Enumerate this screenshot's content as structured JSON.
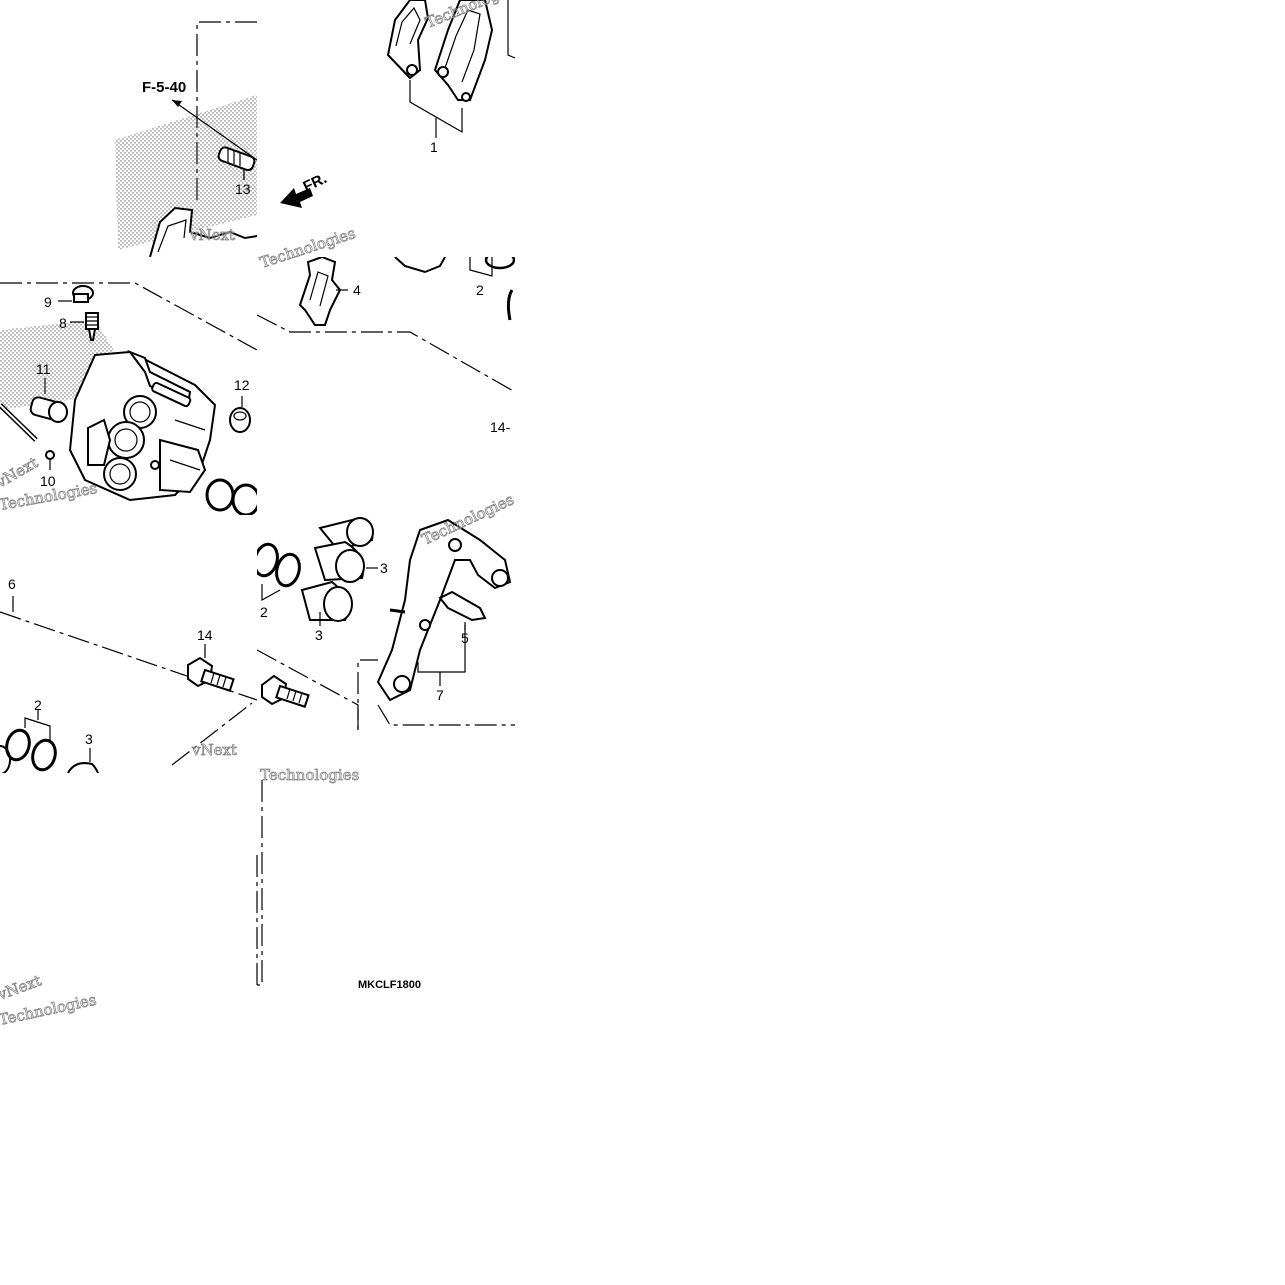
{
  "diagram": {
    "reference_label": "F-5-40",
    "front_arrow_label": "FR.",
    "drawing_code": "MKCLF1800",
    "side_reference": "14-",
    "callouts": [
      {
        "id": "c1",
        "text": "1"
      },
      {
        "id": "c2a",
        "text": "2"
      },
      {
        "id": "c2b",
        "text": "2"
      },
      {
        "id": "c2c",
        "text": "2"
      },
      {
        "id": "c3a",
        "text": "3"
      },
      {
        "id": "c3b",
        "text": "3"
      },
      {
        "id": "c3c",
        "text": "3"
      },
      {
        "id": "c4",
        "text": "4"
      },
      {
        "id": "c5",
        "text": "5"
      },
      {
        "id": "c6",
        "text": "6"
      },
      {
        "id": "c7",
        "text": "7"
      },
      {
        "id": "c8",
        "text": "8"
      },
      {
        "id": "c9",
        "text": "9"
      },
      {
        "id": "c10",
        "text": "10"
      },
      {
        "id": "c11",
        "text": "11"
      },
      {
        "id": "c12",
        "text": "12"
      },
      {
        "id": "c13",
        "text": "13"
      },
      {
        "id": "c14",
        "text": "14"
      }
    ],
    "watermark_text": [
      "vNext",
      "Technologies"
    ],
    "colors": {
      "ink": "#000000",
      "watermark": "#8a8a8a",
      "background": "#ffffff"
    }
  }
}
